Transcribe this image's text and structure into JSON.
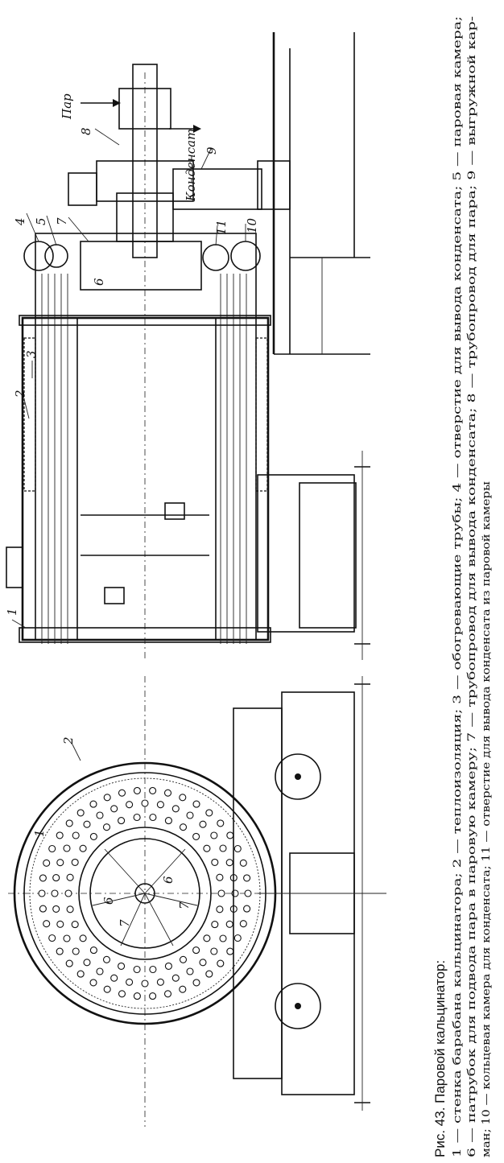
{
  "figure": {
    "caption_title": "Рис. 43. Паровой кальцинатор:",
    "caption_lines": [
      "1 — стенка барабана кальцинатора; 2 — теплоизоляция; 3 — обогревающие трубы; 4 — отверстие для вывода конденсата; 5 — паровая камера;",
      "6 — патрубок для подвода пара в паровую камеру; 7 — трубопровод для вывода конденсата; 8 — трубопровод для пара; 9 — выгружной кар-",
      "ман; 10 — кольцевая камера для конденсата; 11 — отверстие для вывода конденсата из паровой камеры"
    ]
  },
  "labels": {
    "par": "Пар",
    "kondensat": "Конденсат",
    "n1": "1",
    "n2": "2",
    "n3": "3",
    "n4": "4",
    "n5": "5",
    "n6": "6",
    "n7": "7",
    "n8": "8",
    "n9": "9",
    "n10": "10",
    "n11": "11",
    "c1": "1",
    "c2": "2",
    "c6a": "6",
    "c6b": "6",
    "c7a": "7",
    "c7b": "7"
  },
  "colors": {
    "ink": "#111111",
    "paper": "#ffffff"
  }
}
